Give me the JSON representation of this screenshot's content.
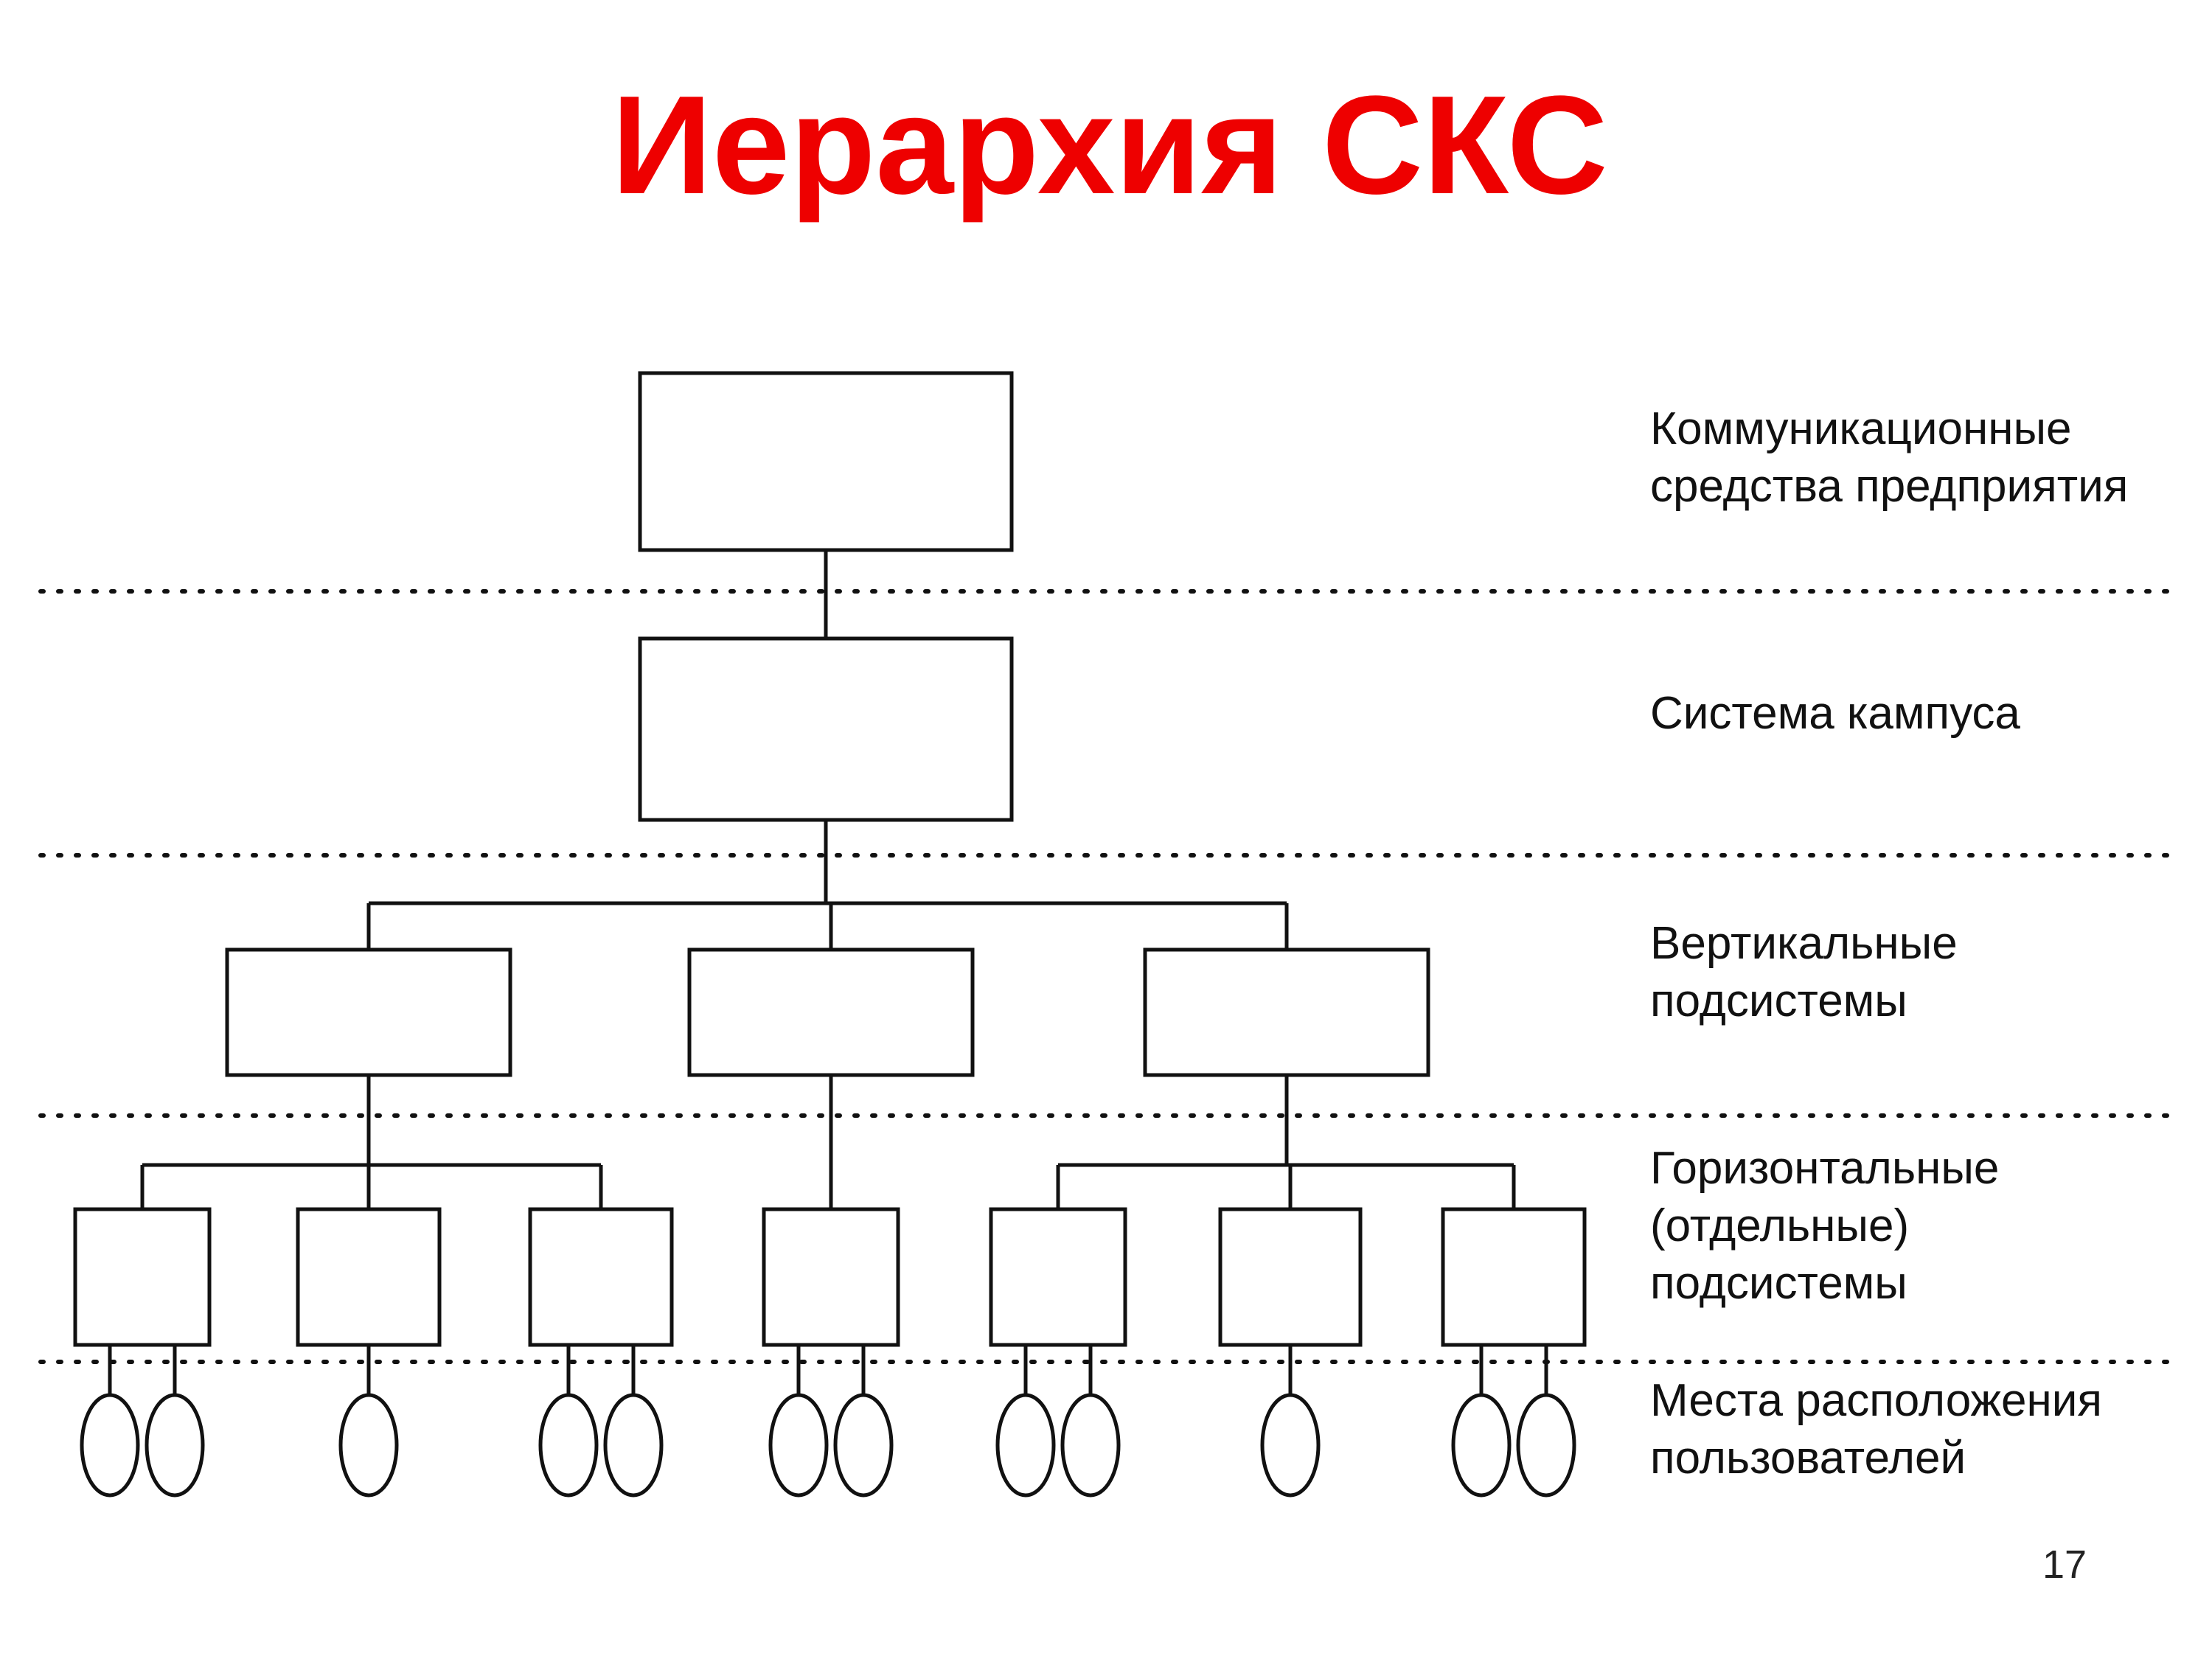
{
  "title": "Иерархия СКС",
  "colors": {
    "title": "#ee0000",
    "lines": "#111111",
    "background": "#ffffff"
  },
  "levels": [
    {
      "label_lines": [
        "Коммуникационные",
        "средства предприятия"
      ]
    },
    {
      "label_lines": [
        "Система кампуса"
      ]
    },
    {
      "label_lines": [
        "Вертикальные",
        "подсистемы"
      ]
    },
    {
      "label_lines": [
        "Горизонтальные",
        "(отдельные)",
        "подсистемы"
      ]
    },
    {
      "label_lines": [
        "Места расположения",
        "пользователей"
      ]
    }
  ],
  "tree": {
    "enterprise_nodes": 1,
    "campus_nodes": 1,
    "vertical_subsystems": 3,
    "horizontal_per_vertical": [
      3,
      1,
      3
    ],
    "users_per_horizontal": [
      2,
      1,
      2,
      2,
      2,
      1,
      2
    ]
  },
  "page_number": "17"
}
